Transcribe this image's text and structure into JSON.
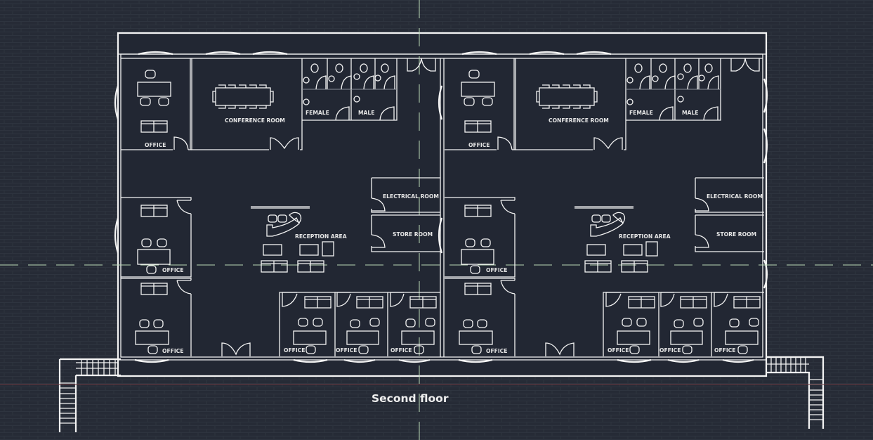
{
  "drawing": {
    "title": "Second floor",
    "colors": {
      "background": "#262b36",
      "plan_fill": "#222733",
      "lines": "#f4f4f4",
      "center_line": "#b9d9b6",
      "x_axis": "#6b3a40"
    }
  },
  "units": [
    {
      "office_top": "OFFICE",
      "conference": "CONFERENCE ROOM",
      "female": "FEMALE",
      "male": "MALE",
      "electrical": "ELECTRICAL ROOM",
      "store": "STORE ROOM",
      "reception": "RECEPTION AREA",
      "office_mid": "OFFICE",
      "office_low": "OFFICE",
      "office_b1": "OFFICE",
      "office_b2": "OFFICE",
      "office_b3": "OFFICE"
    },
    {
      "office_top": "OFFICE",
      "conference": "CONFERENCE ROOM",
      "female": "FEMALE",
      "male": "MALE",
      "electrical": "ELECTRICAL ROOM",
      "store": "STORE ROOM",
      "reception": "RECEPTION AREA",
      "office_mid": "OFFICE",
      "office_low": "OFFICE",
      "office_b1": "OFFICE",
      "office_b2": "OFFICE",
      "office_b3": "OFFICE"
    }
  ]
}
